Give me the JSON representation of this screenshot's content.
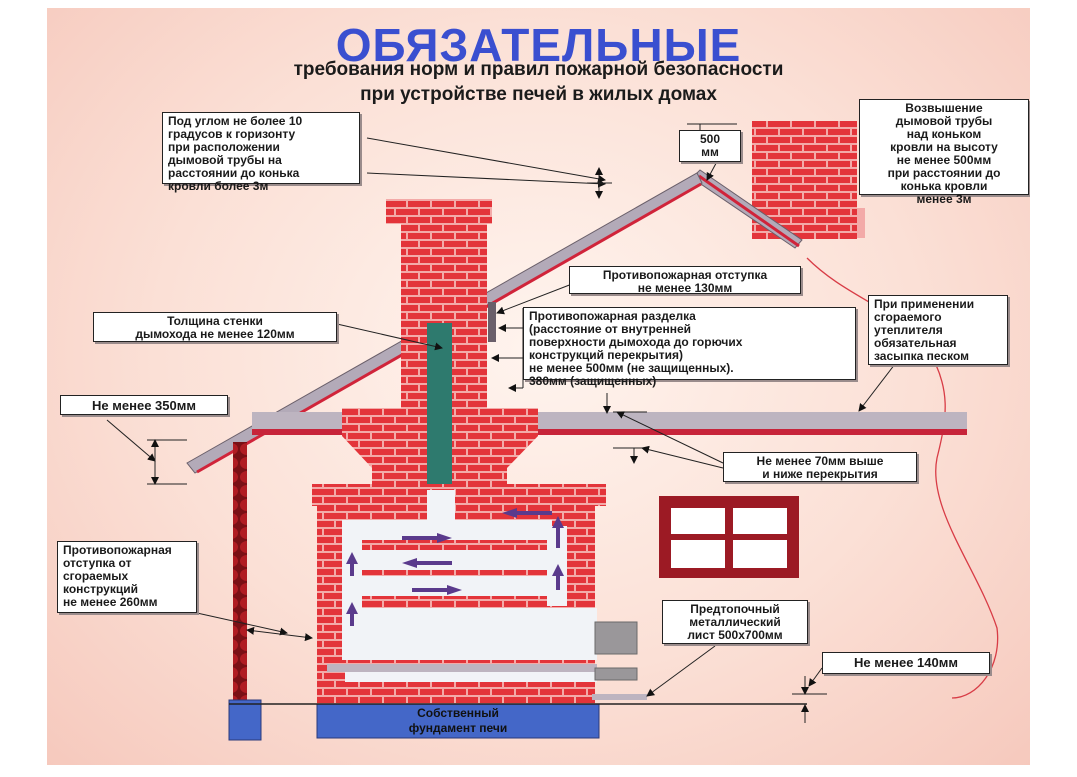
{
  "title": "ОБЯЗАТЕЛЬНЫЕ",
  "subtitle": {
    "line1": "требования норм и правил пожарной безопасности",
    "line2": "при устройстве печей в жилых домах"
  },
  "notes": {
    "angle": [
      "Под углом не более 10",
      "градусов к горизонту",
      "при расположении",
      "дымовой трубы на",
      "расстоянии до конька",
      "кровли более 3м"
    ],
    "height_500": [
      "500",
      "мм"
    ],
    "elevation": [
      "Возвышение",
      "дымовой трубы",
      "над коньком",
      "кровли на высоту",
      "не менее 500мм",
      "при расстоянии до",
      "конька кровли",
      "менее 3м"
    ],
    "offset_130": [
      "Противопожарная отступка",
      "не менее 130мм"
    ],
    "wall_thickness": [
      "Толщина стенки",
      "дымохода не менее 120мм"
    ],
    "razdelka": [
      "Противопожарная разделка",
      "(расстояние от внутренней",
      "поверхности дымохода до горючих",
      "конструкций перекрытия)",
      "не менее 500мм (не защищенных).",
      "380мм (защищенных)"
    ],
    "insulation": [
      "При применении",
      "сгораемого",
      "утеплителя",
      "обязательная",
      "засыпка песком"
    ],
    "min_350": [
      "Не менее 350мм"
    ],
    "min_70": [
      "Не менее 70мм выше",
      "и ниже перекрытия"
    ],
    "offset_260": [
      "Противопожарная",
      "отступка от",
      "сгораемых",
      "конструкций",
      "не менее 260мм"
    ],
    "metal_sheet": [
      "Предтопочный",
      "металлический",
      "лист 500х700мм"
    ],
    "min_140": [
      "Не менее 140мм"
    ],
    "foundation": [
      "Собственный",
      "фундамент печи"
    ]
  },
  "colors": {
    "brick": "#e3343a",
    "mortar": "#f3aaa8",
    "flue": "#2e7a6e",
    "title_blue": "#3a4fd0",
    "roof": "#a8a8b4",
    "foundation": "#4467c8",
    "arrows": "#5a3a8c"
  }
}
